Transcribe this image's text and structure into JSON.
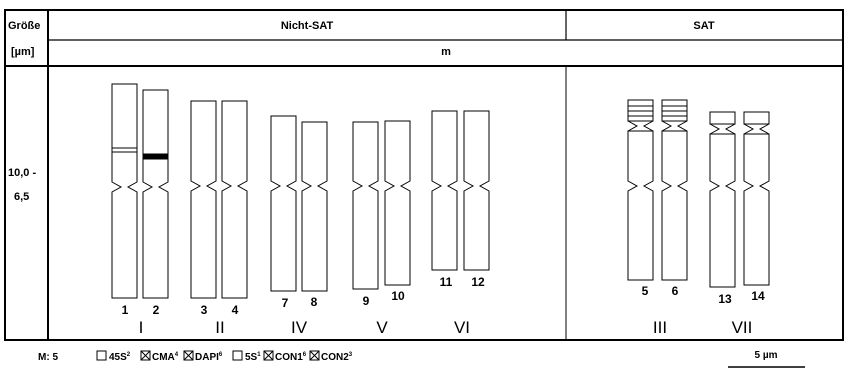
{
  "header": {
    "size_label_line1": "Größe",
    "size_label_line2": "[µm]",
    "group_nonsat": "Nicht-SAT",
    "group_sat": "SAT",
    "subgroup": "m"
  },
  "size_range": {
    "line1": "10,0 -",
    "line2": "6,5"
  },
  "chromosome_numbers": [
    "1",
    "2",
    "3",
    "4",
    "7",
    "8",
    "9",
    "10",
    "11",
    "12",
    "5",
    "6",
    "13",
    "14"
  ],
  "pair_labels": [
    "I",
    "II",
    "IV",
    "V",
    "VI",
    "III",
    "VII"
  ],
  "footer": {
    "count": "M: 5",
    "legend": [
      {
        "mark": "",
        "text": "45S",
        "sup": "2"
      },
      {
        "mark": "x",
        "text": "CMA",
        "sup": "4"
      },
      {
        "mark": "x",
        "text": "DAPI",
        "sup": "6"
      },
      {
        "mark": "",
        "text": "5S",
        "sup": "1"
      },
      {
        "mark": "x",
        "text": "CON1",
        "sup": "6"
      },
      {
        "mark": "x",
        "text": "CON2",
        "sup": "3"
      }
    ],
    "scale": "5 µm"
  },
  "colors": {
    "line": "#000000",
    "band": "#000000",
    "background": "#ffffff"
  }
}
